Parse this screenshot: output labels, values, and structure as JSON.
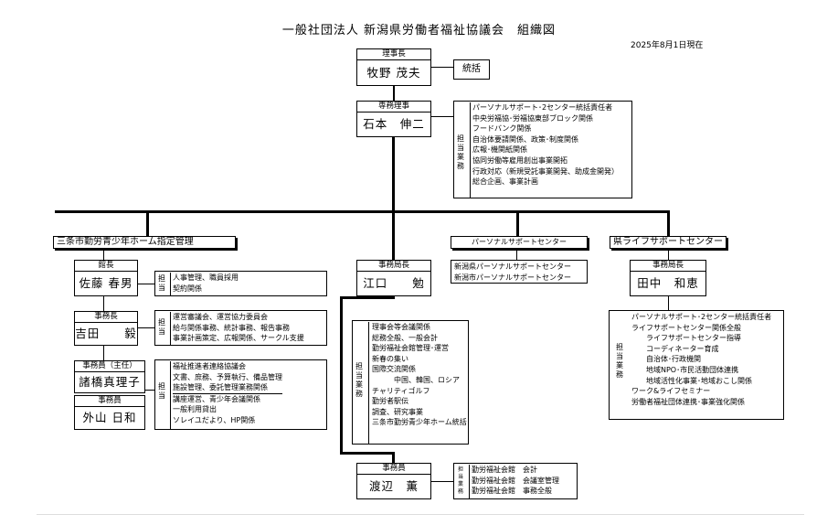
{
  "title": "一般社団法人 新潟県労働者福祉協議会　組織図",
  "date": "2025年8月1日現在",
  "chairman": {
    "role": "理事長",
    "name": "牧野 茂夫",
    "duty": "統括"
  },
  "director": {
    "role": "専務理事",
    "name": "石本　伸二",
    "label": [
      "担",
      "当",
      "業",
      "務"
    ],
    "duties": [
      "パーソナルサポート･2センター統括責任者",
      "中央労福協･労福協東部ブロック関係",
      "フードバンク関係",
      "自治体要請関係、政策･制度関係",
      "広報･機関紙関係",
      "協同労働等雇用創出事業開拓",
      "行政対応（新規受託事業開発、助成金開発）",
      "総合企画、事業計画"
    ]
  },
  "sanjo": {
    "header": "三条市勤労青少年ホーム指定管理",
    "director": {
      "role": "館長",
      "name": "佐藤 春男",
      "label": [
        "担",
        "当"
      ],
      "duties": [
        "人事管理、職員採用",
        "契約関係"
      ]
    },
    "chief": {
      "role": "事務長",
      "name": "吉田　　毅",
      "label": [
        "担",
        "当"
      ],
      "duties": [
        "運営審議会、運営協力委員会",
        "給与関係事務、統計事務、報告事務",
        "事業計画策定、広報関係、サークル支援"
      ]
    },
    "staff1": {
      "role": "事務員（主任）",
      "name": "諸橋真理子"
    },
    "staff2": {
      "role": "事務員",
      "name": "外山 日和"
    },
    "staff_label": [
      "担",
      "当"
    ],
    "staff_duties": [
      "福祉推進者連絡協議会",
      "文書、庶務、予算執行、備品管理",
      "施設管理、委託管理業務関係",
      "講座運営、青少年会議関係",
      "一般利用貸出",
      "ソレイユだより、HP関係"
    ]
  },
  "office": {
    "role": "事務局長",
    "name": "江口　　勉",
    "label": [
      "担",
      "当",
      "業",
      "務"
    ],
    "duties": [
      "理事会等会議関係",
      "総務全般、一般会計",
      "勤労福祉会館管理･運営",
      "新春の集い",
      "国際交流関係",
      "　　　中国、韓国、ロシア",
      "チャリティゴルフ",
      "勤労者駅伝",
      "調査、研究事業",
      "三条市勤労青少年ホーム統括"
    ]
  },
  "staff": {
    "role": "事務員",
    "name": "渡辺　薫",
    "label": [
      "担",
      "当",
      "業",
      "務"
    ],
    "duties": [
      "勤労福祉会館　会計",
      "勤労福祉会館　会議室管理",
      "勤労福祉会館　事務全般"
    ]
  },
  "personal": {
    "header": "パーソナルサポートセンター",
    "items": [
      "新潟県パーソナルサポートセンター",
      "新潟市パーソナルサポートセンター"
    ]
  },
  "life": {
    "header": "県ライフサポートセンター",
    "role": "事務局長",
    "name": "田中　和恵",
    "label": [
      "担",
      "当",
      "業",
      "務"
    ],
    "duties": [
      "パーソナルサポート･2センター統括責任者",
      "ライフサポートセンター関係全般",
      "　　ライフサポートセンター指導",
      "　　コーディネーター育成",
      "　　自治体･行政機関",
      "　　地域NPO･市民活動団体連携",
      "　　地域活性化事業･地域おこし関係",
      "ワーク&ライフセミナー",
      "労働者福祉団体連携･事業強化関係"
    ]
  }
}
